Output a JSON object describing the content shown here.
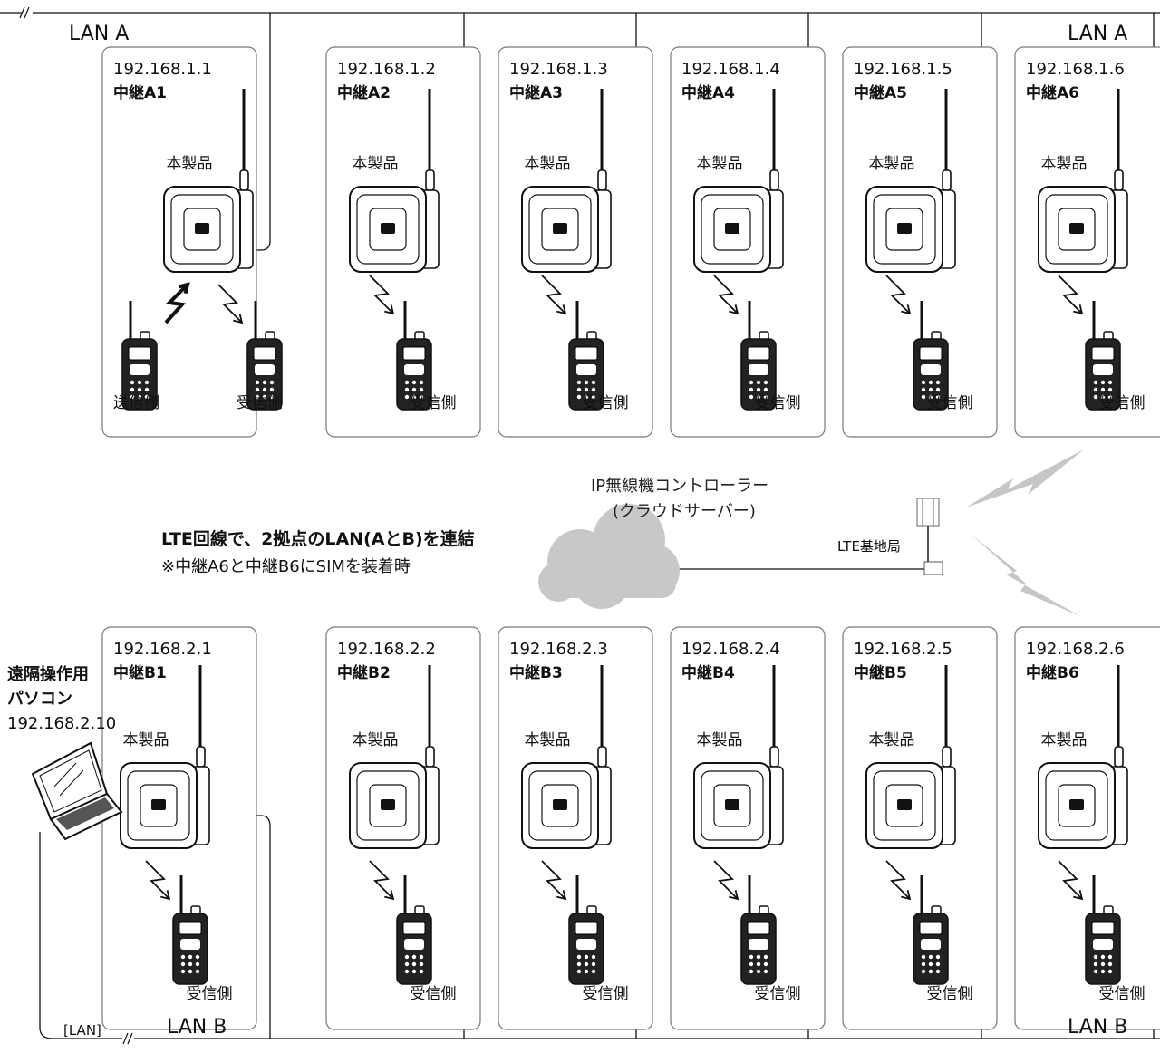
{
  "lan_a": {
    "label_left": "LAN A",
    "label_right": "LAN A",
    "device_label": "本製品",
    "nodes": [
      {
        "ip": "192.168.1.1",
        "name": "中継A1",
        "roles": [
          "送信側",
          "受信側"
        ]
      },
      {
        "ip": "192.168.1.2",
        "name": "中継A2",
        "roles": [
          "受信側"
        ]
      },
      {
        "ip": "192.168.1.3",
        "name": "中継A3",
        "roles": [
          "受信側"
        ]
      },
      {
        "ip": "192.168.1.4",
        "name": "中継A4",
        "roles": [
          "受信側"
        ]
      },
      {
        "ip": "192.168.1.5",
        "name": "中継A5",
        "roles": [
          "受信側"
        ]
      },
      {
        "ip": "192.168.1.6",
        "name": "中継A6",
        "roles": [
          "受信側"
        ]
      }
    ]
  },
  "lan_b": {
    "label_left": "LAN B",
    "label_right": "LAN B",
    "device_label": "本製品",
    "nodes": [
      {
        "ip": "192.168.2.1",
        "name": "中継B1",
        "roles": [
          "受信側"
        ]
      },
      {
        "ip": "192.168.2.2",
        "name": "中継B2",
        "roles": [
          "受信側"
        ]
      },
      {
        "ip": "192.168.2.3",
        "name": "中継B3",
        "roles": [
          "受信側"
        ]
      },
      {
        "ip": "192.168.2.4",
        "name": "中継B4",
        "roles": [
          "受信側"
        ]
      },
      {
        "ip": "192.168.2.5",
        "name": "中継B5",
        "roles": [
          "受信側"
        ]
      },
      {
        "ip": "192.168.2.6",
        "name": "中継B6",
        "roles": [
          "受信側"
        ]
      }
    ]
  },
  "middle": {
    "heading": "LTE回線で、2拠点のLAN(AとB)を連結",
    "note": "※中継A6と中継B6にSIMを装着時",
    "cloud_line1": "IP無線機コントローラー",
    "cloud_line2": "(クラウドサーバー)",
    "station": "LTE基地局"
  },
  "pc": {
    "line1": "遠隔操作用",
    "line2": "パソコン",
    "ip": "192.168.2.10",
    "port": "[LAN]"
  },
  "colors": {
    "line": "#111111",
    "box_border": "#777777",
    "cloud": "#c8c8c8",
    "lightning": "#c6c6c6"
  }
}
